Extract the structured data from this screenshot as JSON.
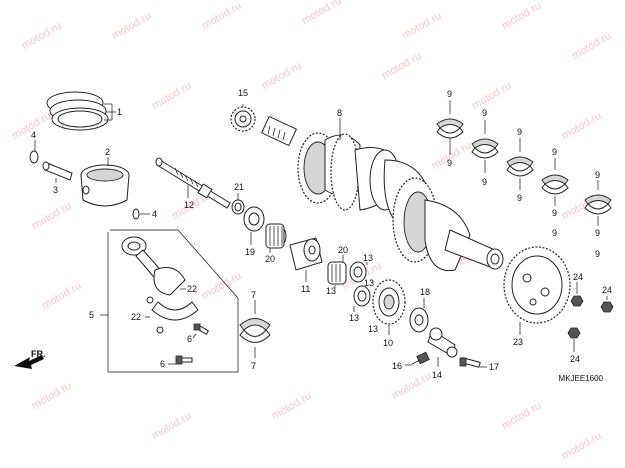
{
  "watermark": "motod.ru",
  "diagram_code": "MKJEE1600",
  "front_label": "FR.",
  "callouts": {
    "p1": "1",
    "p2": "2",
    "p3": "3",
    "p4a": "4",
    "p4b": "4",
    "p5": "5",
    "p6a": "6",
    "p6b": "6",
    "p7a": "7",
    "p7b": "7",
    "p8": "8",
    "p9a": "9",
    "p9b": "9",
    "p9c": "9",
    "p9d": "9",
    "p9e": "9",
    "p9f": "9",
    "p9g": "9",
    "p9h": "9",
    "p9i": "9",
    "p9j": "9",
    "p9k": "9",
    "p9l": "9",
    "p10": "10",
    "p11": "11",
    "p12": "12",
    "p13a": "13",
    "p13b": "13",
    "p13c": "13",
    "p13d": "13",
    "p13e": "13",
    "p14": "14",
    "p15": "15",
    "p16": "16",
    "p17": "17",
    "p18": "18",
    "p19": "19",
    "p20a": "20",
    "p20b": "20",
    "p21": "21",
    "p22a": "22",
    "p22b": "22",
    "p23": "23",
    "p24a": "24",
    "p24b": "24",
    "p24c": "24"
  }
}
